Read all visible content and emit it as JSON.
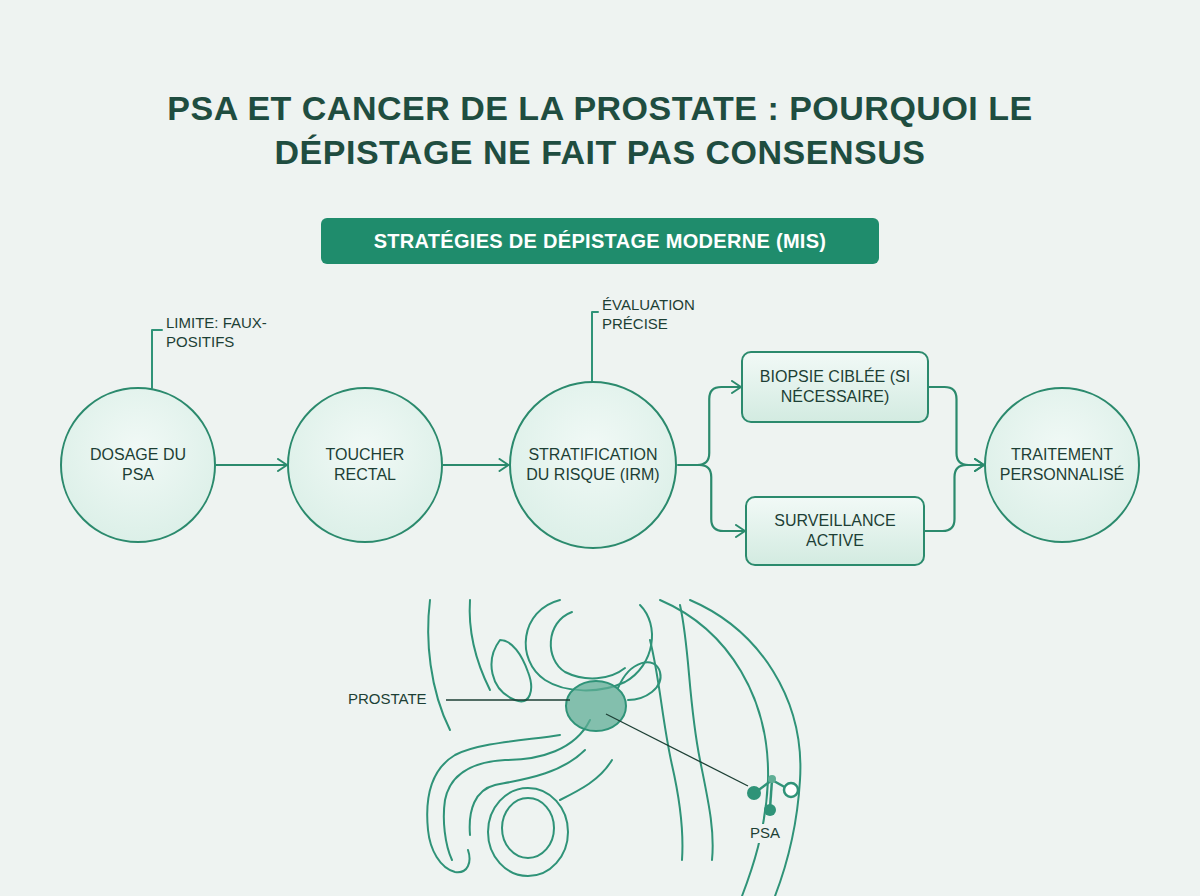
{
  "diagram": {
    "title": "PSA ET CANCER DE LA PROSTATE : POURQUOI LE DÉPISTAGE NE FAIT PAS CONSENSUS",
    "nodes": [
      {
        "text": [
          "STRATÉGIES DE DÉPISTAGE MODERNE (MIS)"
        ]
      },
      {
        "text": [
          "DOSAGE DU PSA"
        ]
      },
      {
        "text": [
          "TOUCHER RECTAL"
        ]
      },
      {
        "text": [
          "STRATIFICATION DU RISQUE (IRM)"
        ]
      },
      {
        "text": [
          "BIOPSIE CIBLÉE (SI NÉCESSAIRE)"
        ]
      },
      {
        "text": [
          "SURVEILLANCE ACTIVE"
        ]
      },
      {
        "text": [
          "TRAITEMENT PERSONNALISÉ"
        ]
      }
    ],
    "edges": [
      {
        "from": 1,
        "to": 2,
        "arrow": "to"
      },
      {
        "from": 2,
        "to": 3,
        "arrow": "to"
      },
      {
        "from": 3,
        "to": 4,
        "arrow": "to"
      },
      {
        "from": 3,
        "to": 5,
        "arrow": "to"
      },
      {
        "from": 4,
        "to": 6,
        "arrow": "to"
      },
      {
        "from": 5,
        "to": 6,
        "arrow": "to"
      }
    ],
    "labels": [
      "LIMITE: FAUX-POSITIFS",
      "ÉVALUATION PRÉCISE",
      "PROSTATE",
      "PSA"
    ]
  }
}
